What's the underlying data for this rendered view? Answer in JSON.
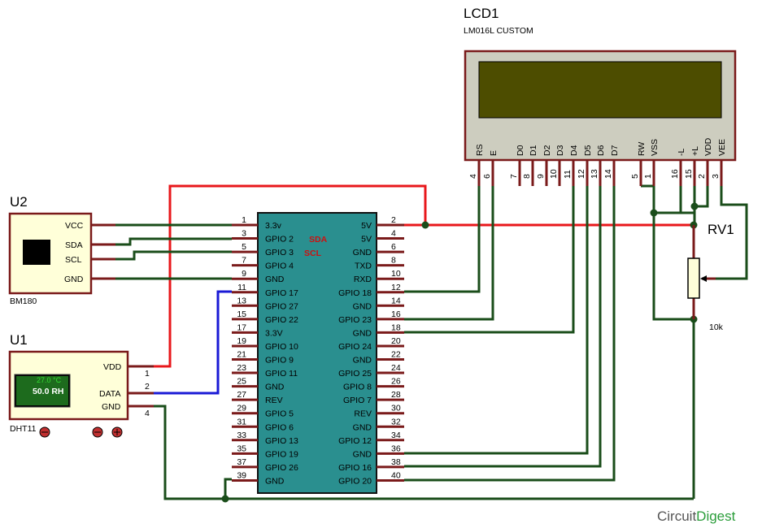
{
  "colors": {
    "wire_green": "#1a4d1a",
    "wire_red": "#e8171b",
    "wire_blue": "#1a1ad6",
    "pin_brown": "#7a1a1a",
    "chip_fill": "#2a8f8f",
    "module_fill": "#ffffd9",
    "module_border": "#7a1a1a",
    "lcd_screen": "#4d4d00",
    "lcd_fill": "#cdcdbf"
  },
  "u2": {
    "ref": "U2",
    "name": "BM180",
    "pins": [
      "VCC",
      "SDA",
      "SCL",
      "GND"
    ]
  },
  "u1": {
    "ref": "U1",
    "name": "DHT11",
    "readout_top": "27.0 °C",
    "readout_main": "50.0 RH",
    "pins": [
      "VDD",
      "DATA",
      "GND"
    ],
    "pin_numbers": [
      "1",
      "2",
      "4"
    ]
  },
  "lcd": {
    "ref": "LCD1",
    "model": "LM016L CUSTOM",
    "pins": [
      {
        "label": "RS",
        "num": "4"
      },
      {
        "label": "E",
        "num": "6"
      },
      {
        "label": "D0",
        "num": "7"
      },
      {
        "label": "D1",
        "num": "8"
      },
      {
        "label": "D2",
        "num": "9"
      },
      {
        "label": "D3",
        "num": "10"
      },
      {
        "label": "D4",
        "num": "11"
      },
      {
        "label": "D5",
        "num": "12"
      },
      {
        "label": "D6",
        "num": "13"
      },
      {
        "label": "D7",
        "num": "14"
      },
      {
        "label": "RW",
        "num": "5"
      },
      {
        "label": "VSS",
        "num": "1"
      },
      {
        "label": "-L",
        "num": "16"
      },
      {
        "label": "+L",
        "num": "15"
      },
      {
        "label": "VDD",
        "num": "2"
      },
      {
        "label": "VEE",
        "num": "3"
      }
    ]
  },
  "rv1": {
    "ref": "RV1",
    "value": "10k"
  },
  "rpi": {
    "left": [
      {
        "num": "1",
        "label": "3.3v"
      },
      {
        "num": "3",
        "label": "GPIO 2"
      },
      {
        "num": "5",
        "label": "GPIO 3"
      },
      {
        "num": "7",
        "label": "GPIO 4"
      },
      {
        "num": "9",
        "label": "GND"
      },
      {
        "num": "11",
        "label": "GPIO 17"
      },
      {
        "num": "13",
        "label": "GPIO 27"
      },
      {
        "num": "15",
        "label": "GPIO 22"
      },
      {
        "num": "17",
        "label": "3.3V"
      },
      {
        "num": "19",
        "label": "GPIO 10"
      },
      {
        "num": "21",
        "label": "GPIO 9"
      },
      {
        "num": "23",
        "label": "GPIO 11"
      },
      {
        "num": "25",
        "label": "GND"
      },
      {
        "num": "27",
        "label": "REV"
      },
      {
        "num": "29",
        "label": "GPIO 5"
      },
      {
        "num": "31",
        "label": "GPIO 6"
      },
      {
        "num": "33",
        "label": "GPIO 13"
      },
      {
        "num": "35",
        "label": "GPIO 19"
      },
      {
        "num": "37",
        "label": "GPIO 26"
      },
      {
        "num": "39",
        "label": "GND"
      }
    ],
    "right": [
      {
        "num": "2",
        "label": "5V"
      },
      {
        "num": "4",
        "label": "5V"
      },
      {
        "num": "6",
        "label": "GND"
      },
      {
        "num": "8",
        "label": "TXD"
      },
      {
        "num": "10",
        "label": "RXD"
      },
      {
        "num": "12",
        "label": "GPIO 18"
      },
      {
        "num": "14",
        "label": "GND"
      },
      {
        "num": "16",
        "label": "GPIO 23"
      },
      {
        "num": "18",
        "label": "GND"
      },
      {
        "num": "20",
        "label": "GPIO 24"
      },
      {
        "num": "22",
        "label": "GND"
      },
      {
        "num": "24",
        "label": "GPIO 25"
      },
      {
        "num": "26",
        "label": "GPIO 8"
      },
      {
        "num": "28",
        "label": "GPIO 7"
      },
      {
        "num": "30",
        "label": "REV"
      },
      {
        "num": "32",
        "label": "GND"
      },
      {
        "num": "34",
        "label": "GPIO 12"
      },
      {
        "num": "36",
        "label": "GND"
      },
      {
        "num": "38",
        "label": "GPIO 16"
      },
      {
        "num": "40",
        "label": "GPIO 20"
      }
    ],
    "sda_tag": "SDA",
    "scl_tag": "SCL"
  },
  "brand": {
    "part1": "Circuit",
    "part2": "Digest"
  }
}
